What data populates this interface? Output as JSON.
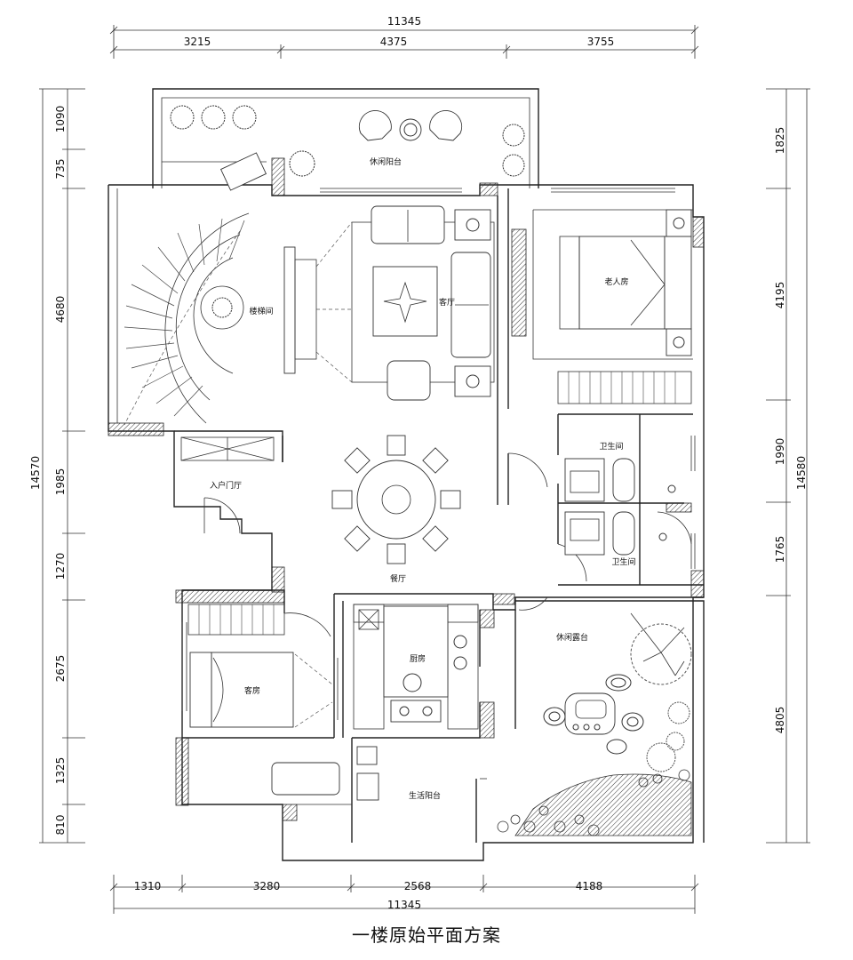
{
  "title": "一楼原始平面方案",
  "dimensions": {
    "top_total": "11345",
    "top": [
      "3215",
      "4375",
      "3755"
    ],
    "bottom": [
      "1310",
      "3280",
      "2568",
      "4188"
    ],
    "bottom_total": "11345",
    "left": [
      "1090",
      "735",
      "4680",
      "1985",
      "1270",
      "2675",
      "1325",
      "810"
    ],
    "left_total": "14570",
    "right": [
      "1825",
      "4195",
      "1990",
      "1765",
      "4805"
    ],
    "right_total": "14580"
  },
  "rooms": {
    "leisure_balcony": "休闲阳台",
    "stairwell": "楼梯间",
    "living_room": "客厅",
    "elder_room": "老人房",
    "bathroom_1": "卫生间",
    "bathroom_2": "卫生间",
    "entrance_hall": "入户门厅",
    "dining_room": "餐厅",
    "guest_room": "客房",
    "kitchen": "厨房",
    "leisure_terrace": "休闲露台",
    "service_balcony": "生活阳台"
  }
}
